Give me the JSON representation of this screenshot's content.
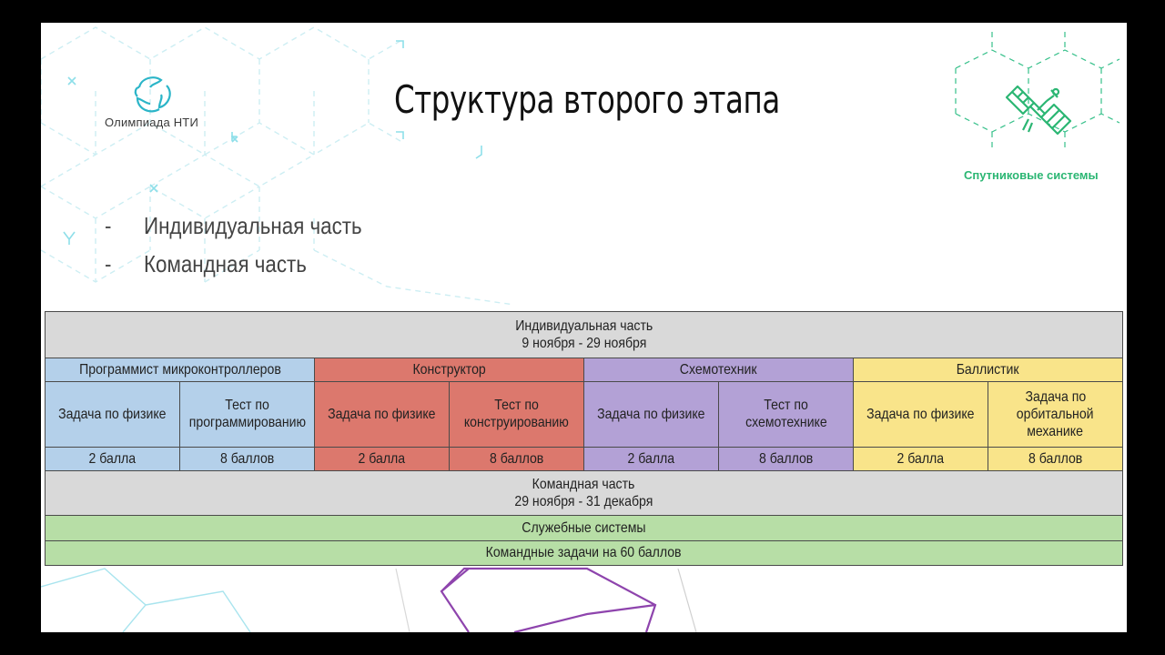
{
  "logo": {
    "text": "Олимпиада НТИ",
    "color": "#2bb5c8"
  },
  "title": "Структура второго этапа",
  "badge": {
    "text": "Спутниковые системы",
    "color": "#2bb673"
  },
  "bullets": [
    "Индивидуальная часть",
    "Командная часть"
  ],
  "bullet_marker": "-",
  "table": {
    "individual_header": {
      "line1": "Индивидуальная часть",
      "line2": "9 ноября - 29 ноября"
    },
    "roles": [
      {
        "name": "Программист микроконтроллеров",
        "color": "#b4d0ea",
        "tasks": [
          {
            "lines": [
              "Задача по физике"
            ],
            "score": "2 балла"
          },
          {
            "lines": [
              "Тест по",
              "программированию"
            ],
            "score": "8 баллов"
          }
        ]
      },
      {
        "name": "Конструктор",
        "color": "#dc786d",
        "tasks": [
          {
            "lines": [
              "Задача по физике"
            ],
            "score": "2 балла"
          },
          {
            "lines": [
              "Тест по",
              "конструированию"
            ],
            "score": "8 баллов"
          }
        ]
      },
      {
        "name": "Схемотехник",
        "color": "#b3a1d6",
        "tasks": [
          {
            "lines": [
              "Задача по физике"
            ],
            "score": "2 балла"
          },
          {
            "lines": [
              "Тест по",
              "схемотехнике"
            ],
            "score": "8 баллов"
          }
        ]
      },
      {
        "name": "Баллистик",
        "color": "#f9e48a",
        "tasks": [
          {
            "lines": [
              "Задача по физике"
            ],
            "score": "2 балла"
          },
          {
            "lines": [
              "Задача по",
              "орбитальной",
              "механике"
            ],
            "score": "8 баллов"
          }
        ]
      }
    ],
    "team_header": {
      "line1": "Командная часть",
      "line2": "29 ноября - 31 декабря"
    },
    "service_systems": "Служебные системы",
    "team_tasks": "Командные задачи на 60 баллов"
  }
}
